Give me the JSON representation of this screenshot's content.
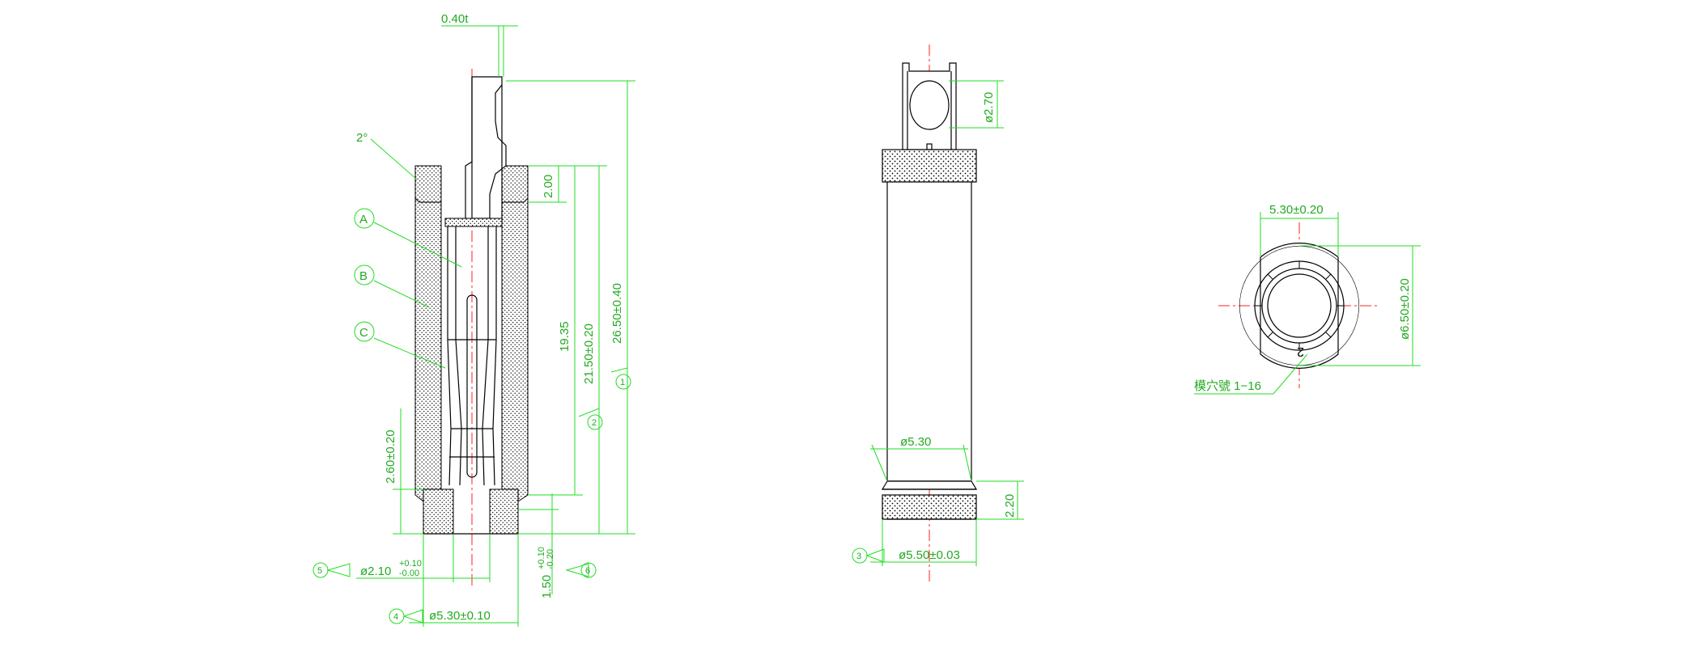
{
  "colors": {
    "dimension": "#22dd22",
    "dimension_text": "#22aa22",
    "centerline": "#ff2222",
    "outline": "#000000",
    "background": "#ffffff"
  },
  "section_view": {
    "thickness_label": "0.40t",
    "angle_label": "2°",
    "callout_a": "A",
    "callout_b": "B",
    "callout_c": "C",
    "dim_2_00": "2.00",
    "dim_19_35": "19.35",
    "dim_21_50": "21.50±0.20",
    "dim_26_50": "26.50±0.40",
    "dim_2_60": "2.60±0.20",
    "dim_1_50_base": "1.50",
    "dim_1_50_tol_upper": "+0.10",
    "dim_1_50_tol_lower": "-0.20",
    "dim_2_10_base": "ø2.10",
    "dim_2_10_tol_upper": "+0.10",
    "dim_2_10_tol_lower": "-0.00",
    "dim_5_30": "ø5.30±0.10",
    "balloon_1": "1",
    "balloon_2": "2",
    "balloon_4": "4",
    "balloon_5": "5",
    "balloon_6": "6"
  },
  "side_view": {
    "dim_2_70": "ø2.70",
    "dim_5_30": "ø5.30",
    "dim_2_20": "2.20",
    "dim_5_50": "ø5.50±0.03",
    "balloon_3": "3"
  },
  "end_view": {
    "dim_5_30": "5.30±0.20",
    "dim_6_50": "ø6.50±0.20",
    "cavity_label": "模穴號 1−16",
    "cavity_number": "2"
  }
}
